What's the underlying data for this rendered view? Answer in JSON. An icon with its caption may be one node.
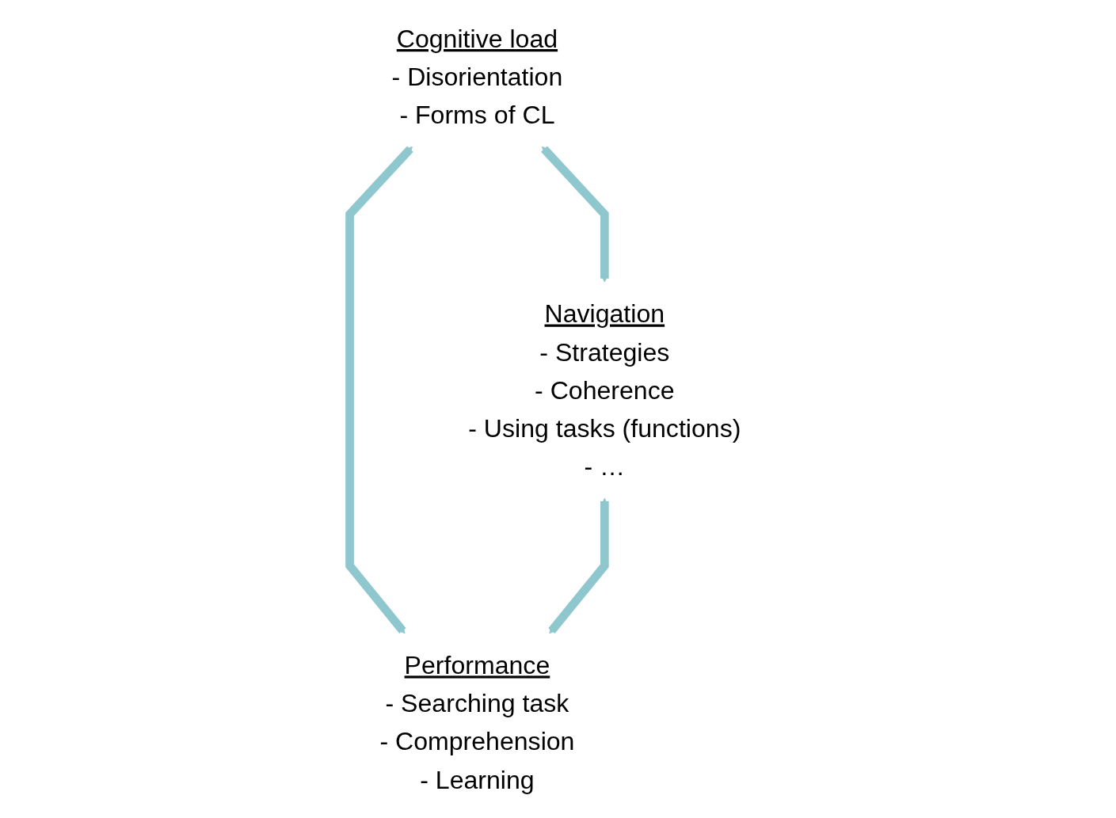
{
  "diagram": {
    "nodes": [
      {
        "text": [
          "Cognitive load",
          "- Disorientation",
          "- Forms of CL"
        ]
      },
      {
        "text": [
          "Navigation",
          "- Strategies",
          "- Coherence",
          "- Using tasks (functions)",
          "- …"
        ]
      },
      {
        "text": [
          "Performance",
          "- Searching task",
          "- Comprehension",
          "- Learning"
        ]
      }
    ],
    "edges": [
      {
        "from": 0,
        "to": 1,
        "arrow": "both"
      },
      {
        "from": 0,
        "to": 2,
        "arrow": "both"
      },
      {
        "from": 1,
        "to": 2,
        "arrow": "both"
      }
    ]
  }
}
